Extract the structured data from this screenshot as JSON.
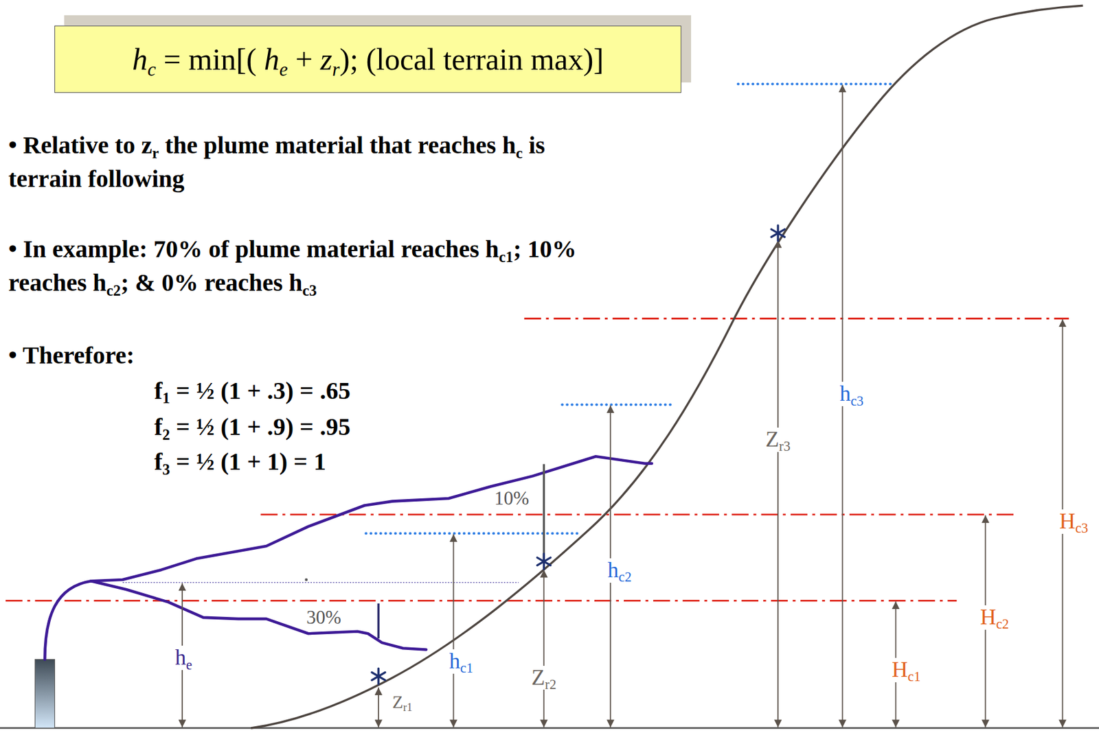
{
  "diagram": {
    "nodes": [
      {
        "text": [
          "h",
          "c",
          "=",
          "min[(",
          "h",
          "e",
          "+",
          "z",
          "r",
          ");",
          "(local terrain max)]"
        ]
      }
    ],
    "labels": [
      "• Relative to z",
      "r",
      "the plume material that reaches h",
      "c",
      "is",
      "terrain following",
      "• In example: 70% of plume material reaches h",
      "c1",
      "; 10%",
      "reaches h",
      "c2",
      "; & 0% reaches h",
      "c3",
      "• Therefore:",
      "f",
      "1",
      "= ½ (1 + .3) = .65",
      "f",
      "2",
      "= ½ (1 + .9) = .95",
      "f",
      "3",
      "= ½ (1 + 1) = 1",
      "h",
      "c3",
      "Z",
      "r3",
      "10%",
      "H",
      "c3",
      "h",
      "c2",
      "H",
      "c2",
      "30%",
      "h",
      "e",
      "h",
      "c1",
      "H",
      "c1",
      "Z",
      "r2",
      "Z",
      "r1"
    ]
  }
}
